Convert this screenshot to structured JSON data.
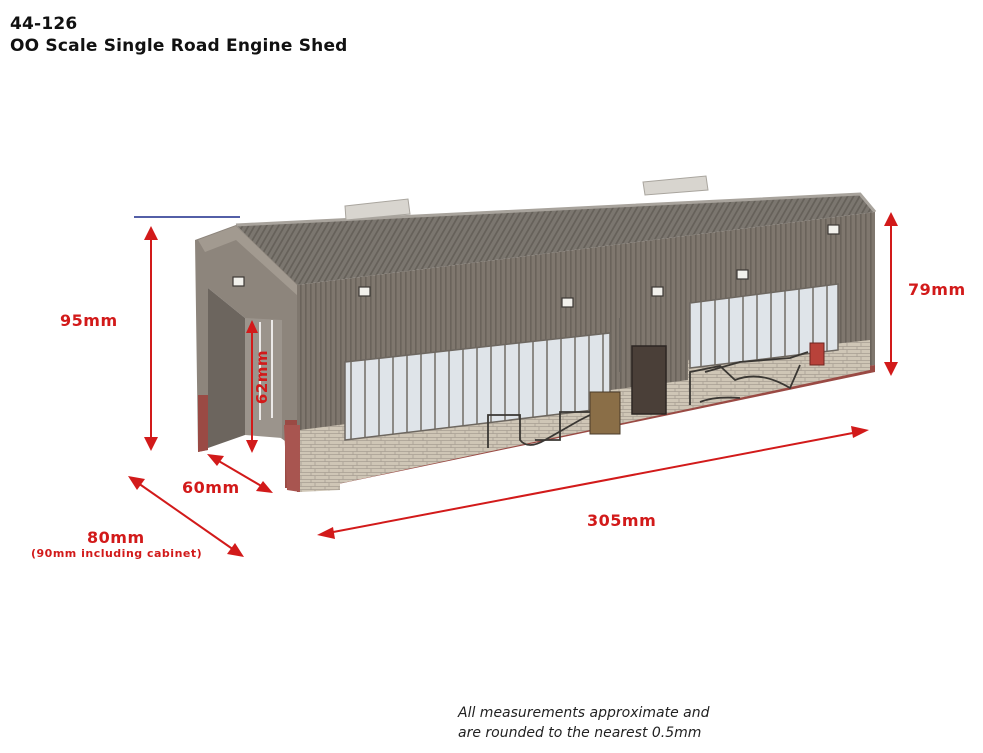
{
  "header": {
    "code": "44-126",
    "title": "OO Scale Single Road Engine Shed"
  },
  "dimensions": {
    "height_total": "95mm",
    "height_side": "79mm",
    "door_height": "62mm",
    "door_width": "60mm",
    "depth": "80mm",
    "depth_note": "(90mm including cabinet)",
    "length": "305mm"
  },
  "footnote": {
    "line1": "All measurements approximate and",
    "line2": "are rounded to the nearest 0.5mm"
  },
  "colors": {
    "dimension_red": "#d21a1a",
    "reference_line_blue": "#1a2a8a",
    "roof": "#7a746c",
    "wall_cladding": "#8a8178",
    "brick_base": "#c9c0b1",
    "brick_red_course": "#9a4a44",
    "window": "#d8dde2"
  }
}
